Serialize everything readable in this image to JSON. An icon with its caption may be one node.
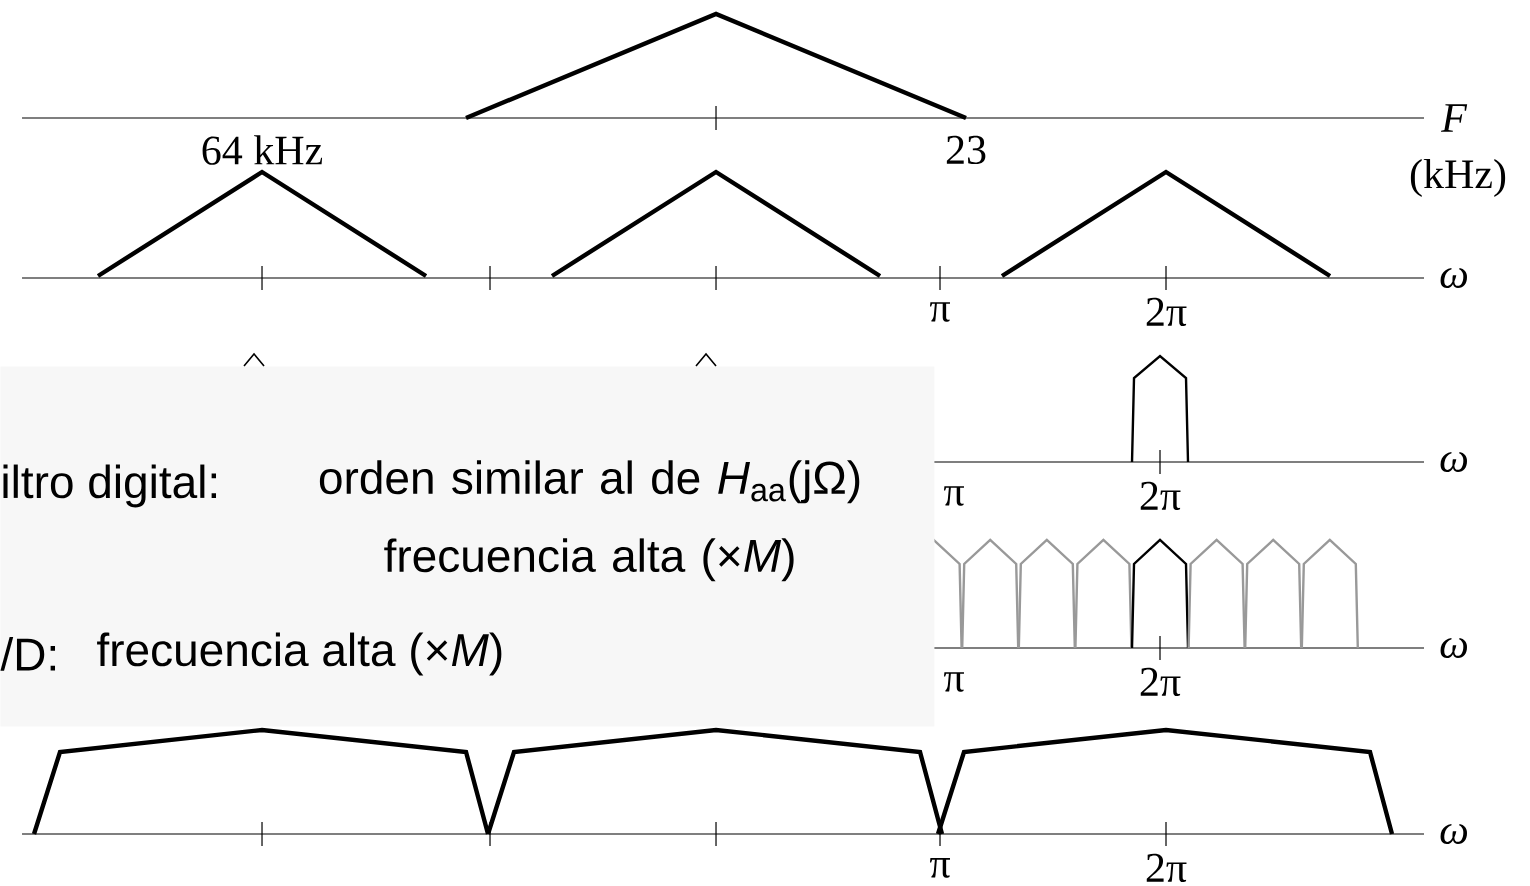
{
  "diagram": {
    "nodes": [
      {
        "text": [
          "iltro digital:",
          "orden similar al de *H*$_{aa}$(jΩ) frecuencia alta (×*M*)",
          "/D:",
          "frecuencia alta (×*M*)"
        ]
      }
    ],
    "labels": [
      "64 kHz",
      "23",
      "F",
      "(kHz)",
      "ω",
      "π",
      "2π",
      "ω",
      "π",
      "2π",
      "ω",
      "π",
      "2π",
      "ω",
      "π",
      "2π"
    ]
  }
}
